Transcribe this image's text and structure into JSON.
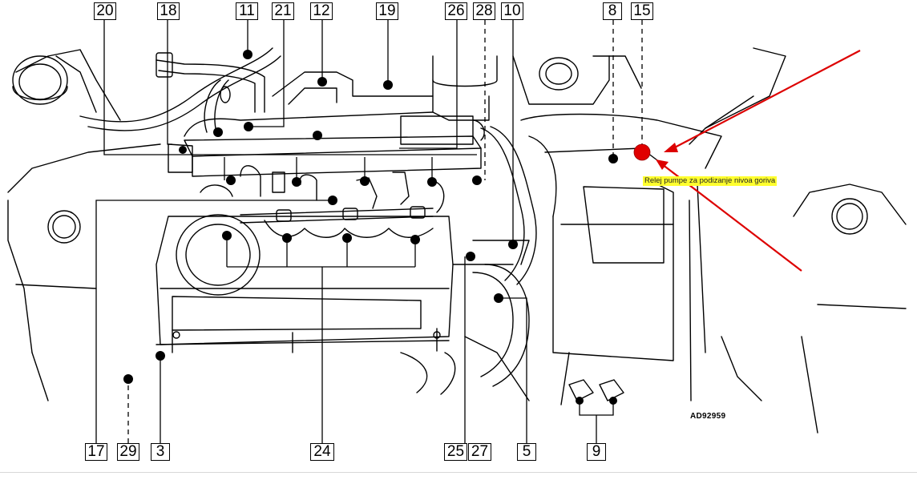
{
  "diagram": {
    "reference_code": "AD92959",
    "annotation": {
      "text": "Relej pumpe za podizanje nivoa goriva",
      "marker_color": "#e00000",
      "arrow_color": "#dd0000",
      "highlight_color": "#ffff2e"
    },
    "labels": {
      "l20": "20",
      "l18": "18",
      "l11": "11",
      "l21": "21",
      "l12": "12",
      "l19": "19",
      "l26": "26",
      "l28": "28",
      "l10": "10",
      "l8": "8",
      "l15": "15",
      "l17": "17",
      "l29": "29",
      "l3": "3",
      "l24": "24",
      "l25": "25",
      "l27": "27",
      "l5": "5",
      "l9": "9"
    }
  }
}
